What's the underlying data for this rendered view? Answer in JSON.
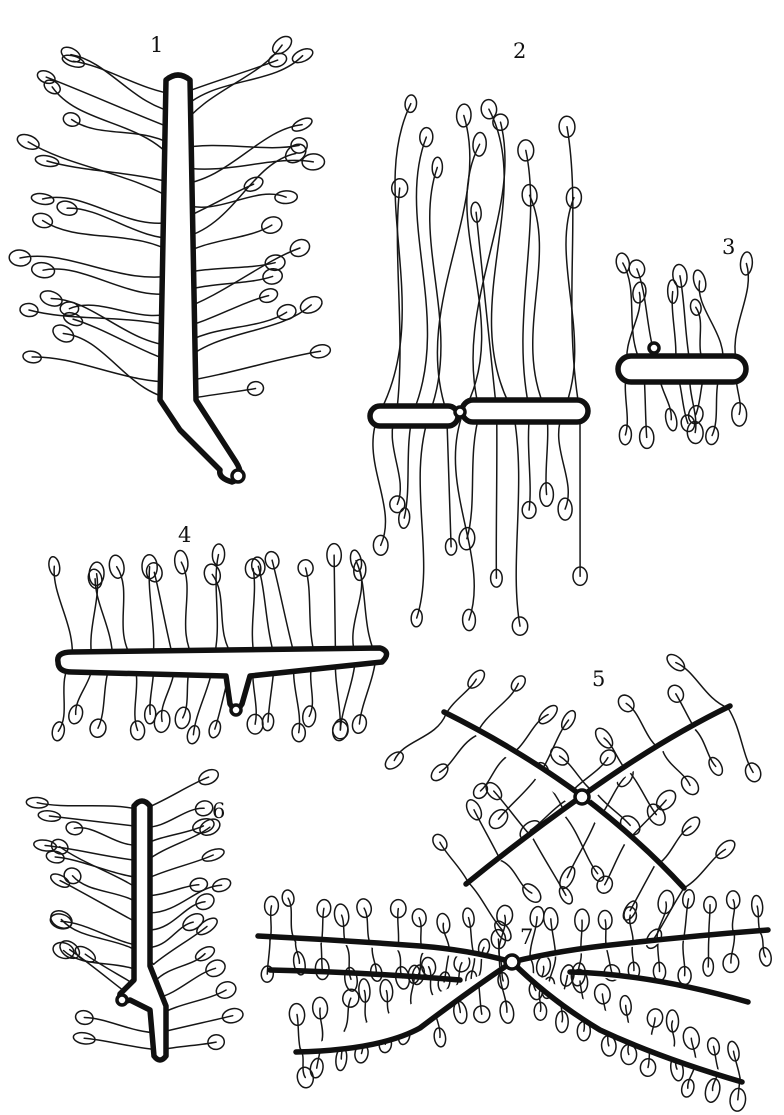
{
  "figures": [
    {
      "id": "f1",
      "label": "1"
    },
    {
      "id": "f2",
      "label": "2"
    },
    {
      "id": "f3",
      "label": "3"
    },
    {
      "id": "f4",
      "label": "4"
    },
    {
      "id": "f5",
      "label": "5"
    },
    {
      "id": "f6",
      "label": "6"
    },
    {
      "id": "f7",
      "label": "7"
    }
  ]
}
